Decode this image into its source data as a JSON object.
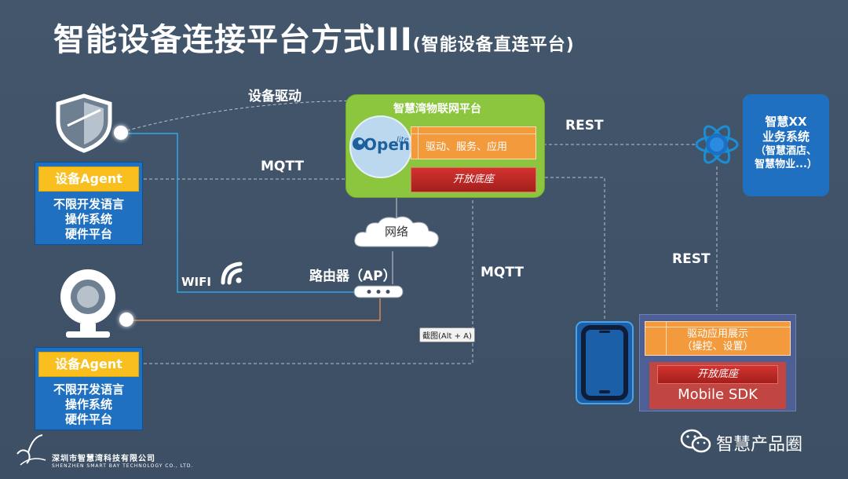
{
  "title": {
    "main": "智能设备连接平台方式III",
    "sub": "(智能设备直连平台)"
  },
  "labels": {
    "device_driver": "设备驱动",
    "mqtt_top": "MQTT",
    "mqtt_mid": "MQTT",
    "rest_top": "REST",
    "rest_right": "REST",
    "wifi": "WIFI",
    "router": "路由器（AP）",
    "network": "网络"
  },
  "agents": [
    {
      "tag": "设备Agent",
      "lines": [
        "不限开发语言",
        "操作系统",
        "硬件平台"
      ]
    },
    {
      "tag": "设备Agent",
      "lines": [
        "不限开发语言",
        "操作系统",
        "硬件平台"
      ]
    }
  ],
  "platform": {
    "title": "智慧湾物联网平台",
    "logo_text": "Open",
    "logo_suffix": "lite",
    "driver_row": "驱动、服务、应用",
    "base": "开放底座"
  },
  "business": {
    "lines": [
      "智慧XX",
      "业务系统",
      "（智慧酒店、",
      "智慧物业...）"
    ]
  },
  "mobile": {
    "app_display": "驱动应用展示",
    "app_display_sub": "（操控、设置）",
    "base": "开放底座",
    "sdk": "Mobile SDK"
  },
  "tooltip": "截图(Alt + A)",
  "footer": {
    "company_cn": "深圳市智慧湾科技有限公司",
    "company_en": "SHENZHEN SMART BAY TECHNOLOGY CO., LTD.",
    "brand": "智慧产品圈"
  },
  "icons": [
    "shield-icon",
    "camera-icon",
    "wifi-icon",
    "router-icon",
    "cloud-icon",
    "atom-icon",
    "phone-icon",
    "wechat-icon",
    "company-logo-icon"
  ],
  "colors": {
    "background": "#3f5166",
    "agent_blue": "#1f70c1",
    "agent_tag": "#f9bf1e",
    "platform_green": "#8cc63f",
    "orange": "#f39a3c",
    "red": "#c0302c",
    "wifi_line": "#2ea8e6",
    "router_line": "#d78a4e"
  }
}
